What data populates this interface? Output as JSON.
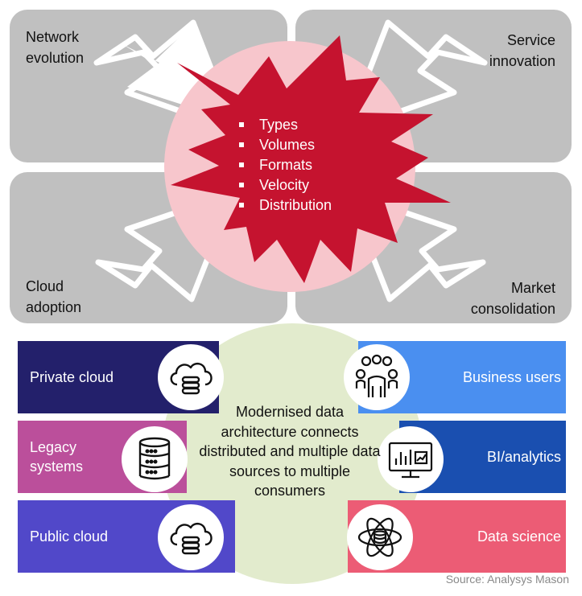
{
  "quadrants": {
    "network": "Network evolution",
    "service": "Service innovation",
    "cloud": "Cloud adoption",
    "market": "Market consolidation"
  },
  "star_bullets": [
    "Types",
    "Volumes",
    "Formats",
    "Velocity",
    "Distribution"
  ],
  "sources": [
    {
      "label": "Private cloud",
      "color": "#23206b",
      "icon": "cloud-database-icon"
    },
    {
      "label": "Legacy systems",
      "color": "#bb4f9b",
      "icon": "server-stack-icon"
    },
    {
      "label": "Public cloud",
      "color": "#5148c9",
      "icon": "cloud-database-icon"
    }
  ],
  "consumers": [
    {
      "label": "Business users",
      "color": "#4a8ff0",
      "icon": "user-group-icon"
    },
    {
      "label": "BI/analytics",
      "color": "#1a4fb0",
      "icon": "analytics-dashboard-icon"
    },
    {
      "label": "Data science",
      "color": "#ec5c75",
      "icon": "atom-database-icon"
    }
  ],
  "center_text": "Modernised data architecture connects distributed and multiple data sources to multiple consumers",
  "source_note": "Source: Analysys Mason",
  "colors": {
    "quadrant_gray": "#c0c0c0",
    "star_red": "#c5132f",
    "pink_circle": "#f7c6cc",
    "hub_green": "#e2ebcd"
  }
}
